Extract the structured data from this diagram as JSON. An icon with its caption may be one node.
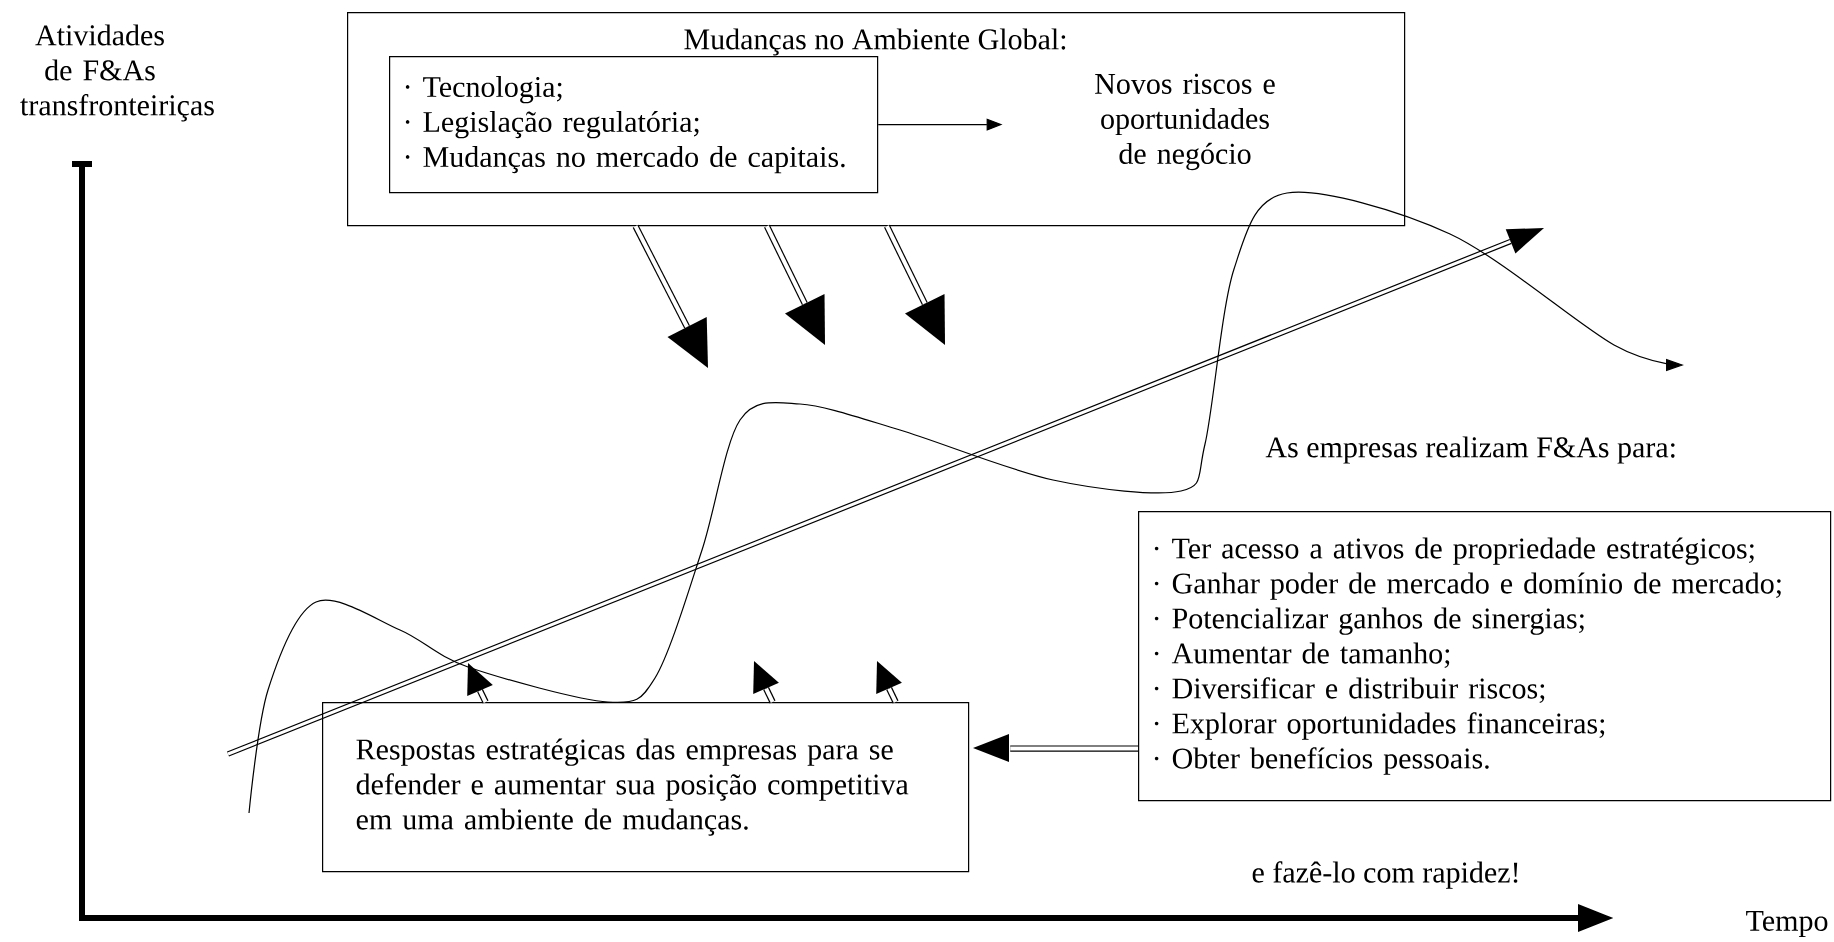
{
  "diagram": {
    "nodes": [
      {
        "text": [
          "Mudanças no Ambiente Global:"
        ]
      },
      {
        "text": [
          "· Tecnologia;",
          "· Legislação regulatória;",
          "· Mudanças no mercado de capitais."
        ],
        "in": 0
      },
      {
        "text": [
          "Novos riscos e oportunidades de negócio"
        ],
        "in": 0
      },
      {
        "text": [
          "· Ter acesso a ativos de propriedade estratégicos;",
          "· Ganhar poder de mercado e domínio de mercado;",
          "· Potencializar ganhos de sinergias;",
          "· Aumentar de tamanho;",
          "· Diversificar e distribuir riscos;",
          "· Explorar oportunidades financeiras;",
          "· Obter benefícios pessoais."
        ]
      },
      {
        "text": [
          "Respostas estratégicas das empresas para se defender e aumentar sua posição competitiva em uma ambiente de mudanças."
        ]
      }
    ],
    "edges": [
      {
        "from": 1,
        "to": 2,
        "arrow": "to"
      },
      {
        "from": 0,
        "to": null,
        "arrow": "to"
      },
      {
        "from": 0,
        "to": null,
        "arrow": "to"
      },
      {
        "from": 0,
        "to": null,
        "arrow": "to"
      },
      {
        "from": 3,
        "to": 4,
        "arrow": "to"
      },
      {
        "from": 4,
        "to": null,
        "arrow": "to"
      },
      {
        "from": 4,
        "to": null,
        "arrow": "to"
      },
      {
        "from": 4,
        "to": null,
        "arrow": "to"
      }
    ],
    "labels": [
      "Atividades de F&As transfronteiriças",
      "Tempo",
      "As empresas realizam F&As para:",
      "e fazê-lo com rapidez!"
    ]
  }
}
